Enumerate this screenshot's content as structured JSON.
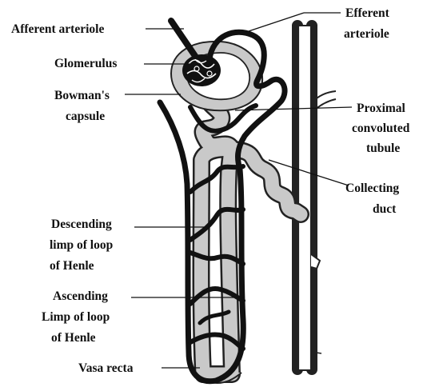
{
  "labels": {
    "afferent_arteriole": "Afferent arteriole",
    "efferent_arteriole": [
      "Efferent",
      "arteriole"
    ],
    "glomerulus": "Glomerulus",
    "bowmans_capsule": [
      "Bowman's",
      "capsule"
    ],
    "proximal_convoluted_tubule": [
      "Proximal",
      "convoluted",
      "tubule"
    ],
    "collecting_duct": [
      "Collecting",
      "duct"
    ],
    "descending_limb": [
      "Descending",
      "limp of loop",
      "of Henle"
    ],
    "ascending_limb": [
      "Ascending",
      "Limp of loop",
      "of Henle"
    ],
    "vasa_recta": "Vasa recta"
  },
  "colors": {
    "tubule_fill": "#c9c9c9",
    "vessel": "#111111",
    "label_text": "#111111"
  }
}
